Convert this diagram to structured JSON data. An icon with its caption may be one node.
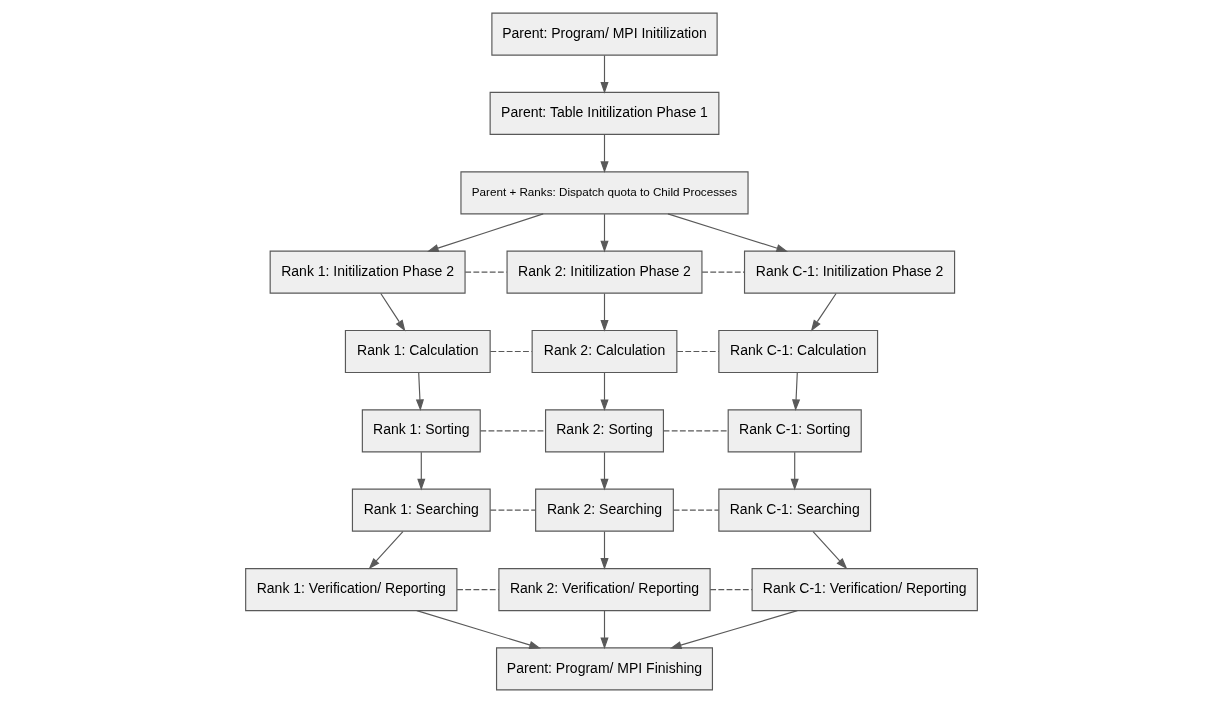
{
  "diagram": {
    "nodes": [
      {
        "text": [
          "Parent: Program/ MPI Initilization"
        ]
      },
      {
        "text": [
          "Parent: Table Initilization Phase 1"
        ]
      },
      {
        "text": [
          "Parent + Ranks: Dispatch quota to Child Processes"
        ]
      },
      {
        "text": [
          "Rank 1: Initilization Phase 2"
        ]
      },
      {
        "text": [
          "Rank 2: Initilization Phase 2"
        ]
      },
      {
        "text": [
          "Rank C-1: Initilization Phase 2"
        ]
      },
      {
        "text": [
          "Rank 1: Calculation"
        ]
      },
      {
        "text": [
          "Rank 2: Calculation"
        ]
      },
      {
        "text": [
          "Rank C-1: Calculation"
        ]
      },
      {
        "text": [
          "Rank 1: Sorting"
        ]
      },
      {
        "text": [
          "Rank 2: Sorting"
        ]
      },
      {
        "text": [
          "Rank C-1: Sorting"
        ]
      },
      {
        "text": [
          "Rank 1: Searching"
        ]
      },
      {
        "text": [
          "Rank 2: Searching"
        ]
      },
      {
        "text": [
          "Rank C-1: Searching"
        ]
      },
      {
        "text": [
          "Rank 1: Verification/ Reporting"
        ]
      },
      {
        "text": [
          "Rank 2: Verification/ Reporting"
        ]
      },
      {
        "text": [
          "Rank C-1: Verification/ Reporting"
        ]
      },
      {
        "text": [
          "Parent: Program/ MPI Finishing"
        ]
      }
    ],
    "edges": [
      {
        "from": 0,
        "to": 1,
        "arrow": "to"
      },
      {
        "from": 1,
        "to": 2,
        "arrow": "to"
      },
      {
        "from": 2,
        "to": 3,
        "arrow": "to"
      },
      {
        "from": 2,
        "to": 4,
        "arrow": "to"
      },
      {
        "from": 2,
        "to": 5,
        "arrow": "to"
      },
      {
        "from": 3,
        "to": 4,
        "arrow": "none",
        "style": "dashed"
      },
      {
        "from": 4,
        "to": 5,
        "arrow": "none",
        "style": "dashed"
      },
      {
        "from": 3,
        "to": 6,
        "arrow": "to"
      },
      {
        "from": 4,
        "to": 7,
        "arrow": "to"
      },
      {
        "from": 5,
        "to": 8,
        "arrow": "to"
      },
      {
        "from": 6,
        "to": 7,
        "arrow": "none",
        "style": "dashed"
      },
      {
        "from": 7,
        "to": 8,
        "arrow": "none",
        "style": "dashed"
      },
      {
        "from": 6,
        "to": 9,
        "arrow": "to"
      },
      {
        "from": 7,
        "to": 10,
        "arrow": "to"
      },
      {
        "from": 8,
        "to": 11,
        "arrow": "to"
      },
      {
        "from": 9,
        "to": 10,
        "arrow": "none",
        "style": "dashed"
      },
      {
        "from": 10,
        "to": 11,
        "arrow": "none",
        "style": "dashed"
      },
      {
        "from": 9,
        "to": 12,
        "arrow": "to"
      },
      {
        "from": 10,
        "to": 13,
        "arrow": "to"
      },
      {
        "from": 11,
        "to": 14,
        "arrow": "to"
      },
      {
        "from": 12,
        "to": 13,
        "arrow": "none",
        "style": "dashed"
      },
      {
        "from": 13,
        "to": 14,
        "arrow": "none",
        "style": "dashed"
      },
      {
        "from": 12,
        "to": 15,
        "arrow": "to"
      },
      {
        "from": 13,
        "to": 16,
        "arrow": "to"
      },
      {
        "from": 14,
        "to": 17,
        "arrow": "to"
      },
      {
        "from": 15,
        "to": 16,
        "arrow": "none",
        "style": "dashed"
      },
      {
        "from": 16,
        "to": 17,
        "arrow": "none",
        "style": "dashed"
      },
      {
        "from": 15,
        "to": 18,
        "arrow": "to"
      },
      {
        "from": 16,
        "to": 18,
        "arrow": "to"
      },
      {
        "from": 17,
        "to": 18,
        "arrow": "to"
      }
    ]
  }
}
